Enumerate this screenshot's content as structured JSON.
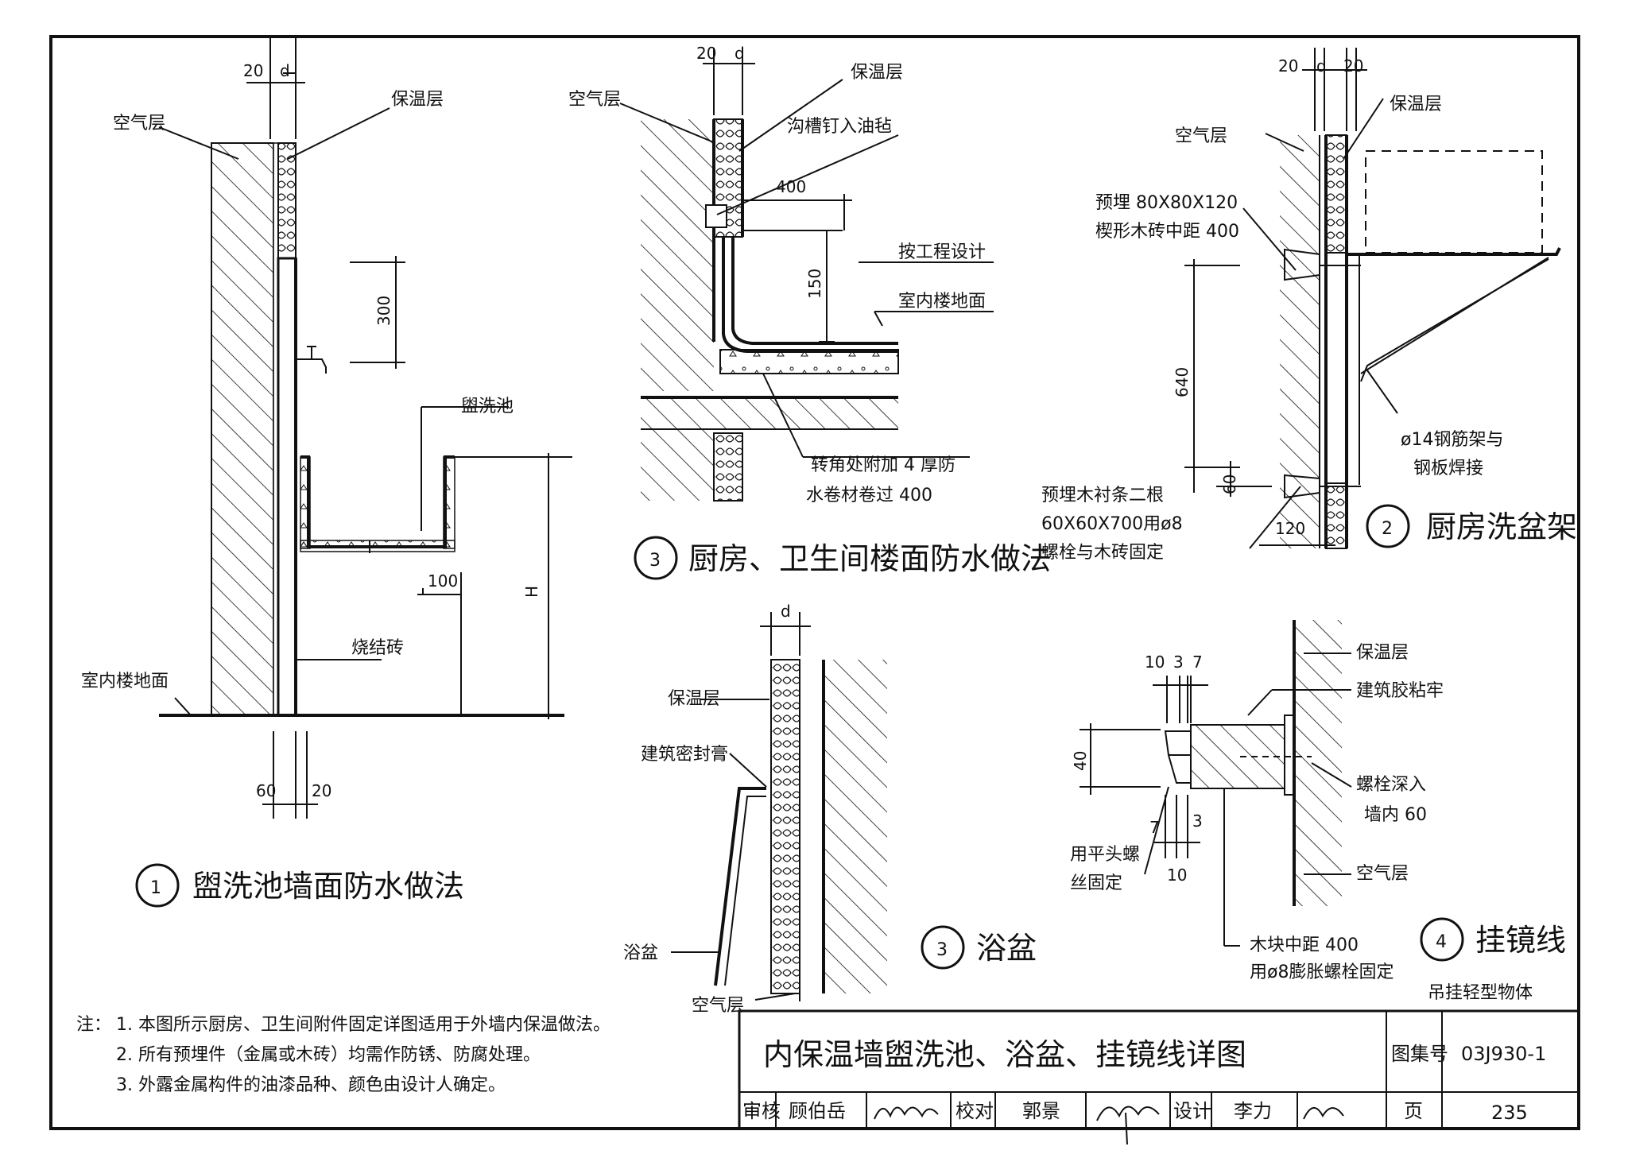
{
  "labels": {
    "air_layer": "空气层",
    "insulation": "保温层",
    "groove_nail": "沟槽钉入油毡",
    "per_design": "按工程设计",
    "indoor_floor": "室内楼地面",
    "washbasin": "盥洗池",
    "fired_brick": "烧结砖",
    "corner_note_1": "转角处附加 4 厚防",
    "corner_note_2": "水卷材卷过 400",
    "embed_block_1": "预埋 80X80X120",
    "embed_block_2": "楔形木砖中距 400",
    "steel_frame_1": "ø14钢筋架与",
    "steel_frame_2": "钢板焊接",
    "embed_strip_1": "预埋木衬条二根",
    "embed_strip_2": "60X60X700用ø8",
    "embed_strip_3": "螺栓与木砖固定",
    "sealant": "建筑密封膏",
    "bathtub": "浴盆",
    "glue": "建筑胶粘牢",
    "bolt_1": "螺栓深入",
    "bolt_2": "墙内 60",
    "screw_1": "用平头螺",
    "screw_2": "丝固定",
    "wood_block_1": "木块中距 400",
    "wood_block_2": "用ø8膨胀螺栓固定",
    "light_objects": "吊挂轻型物体"
  },
  "dims": {
    "d": "d",
    "d20": "20",
    "d60": "60",
    "d100": "100",
    "d300": "300",
    "d400": "400",
    "d150": "150",
    "d640": "640",
    "d120": "120",
    "dH": "H",
    "d10": "10",
    "d3": "3",
    "d7": "7",
    "d40": "40",
    "d60b": "60"
  },
  "details": {
    "d1_num": "1",
    "d1_title": "盥洗池墙面防水做法",
    "d2_num": "2",
    "d2_title": "厨房洗盆架",
    "d3a_num": "3",
    "d3a_title": "厨房、卫生间楼面防水做法",
    "d3b_num": "3",
    "d3b_title": "浴盆",
    "d4_num": "4",
    "d4_title": "挂镜线"
  },
  "notes": {
    "prefix": "注：",
    "n1": "1. 本图所示厨房、卫生间附件固定详图适用于外墙内保温做法。",
    "n2": "2. 所有预埋件（金属或木砖）均需作防锈、防腐处理。",
    "n3": "3. 外露金属构件的油漆品种、颜色由设计人确定。"
  },
  "title_block": {
    "title": "内保温墙盥洗池、浴盆、挂镜线详图",
    "atlas_label": "图集号",
    "atlas_no": "03J930-1",
    "review_label": "审核",
    "reviewer": "顾伯岳",
    "check_label": "校对",
    "checker": "郭景",
    "design_label": "设计",
    "designer": "李力",
    "page_label": "页",
    "page_no": "235"
  }
}
